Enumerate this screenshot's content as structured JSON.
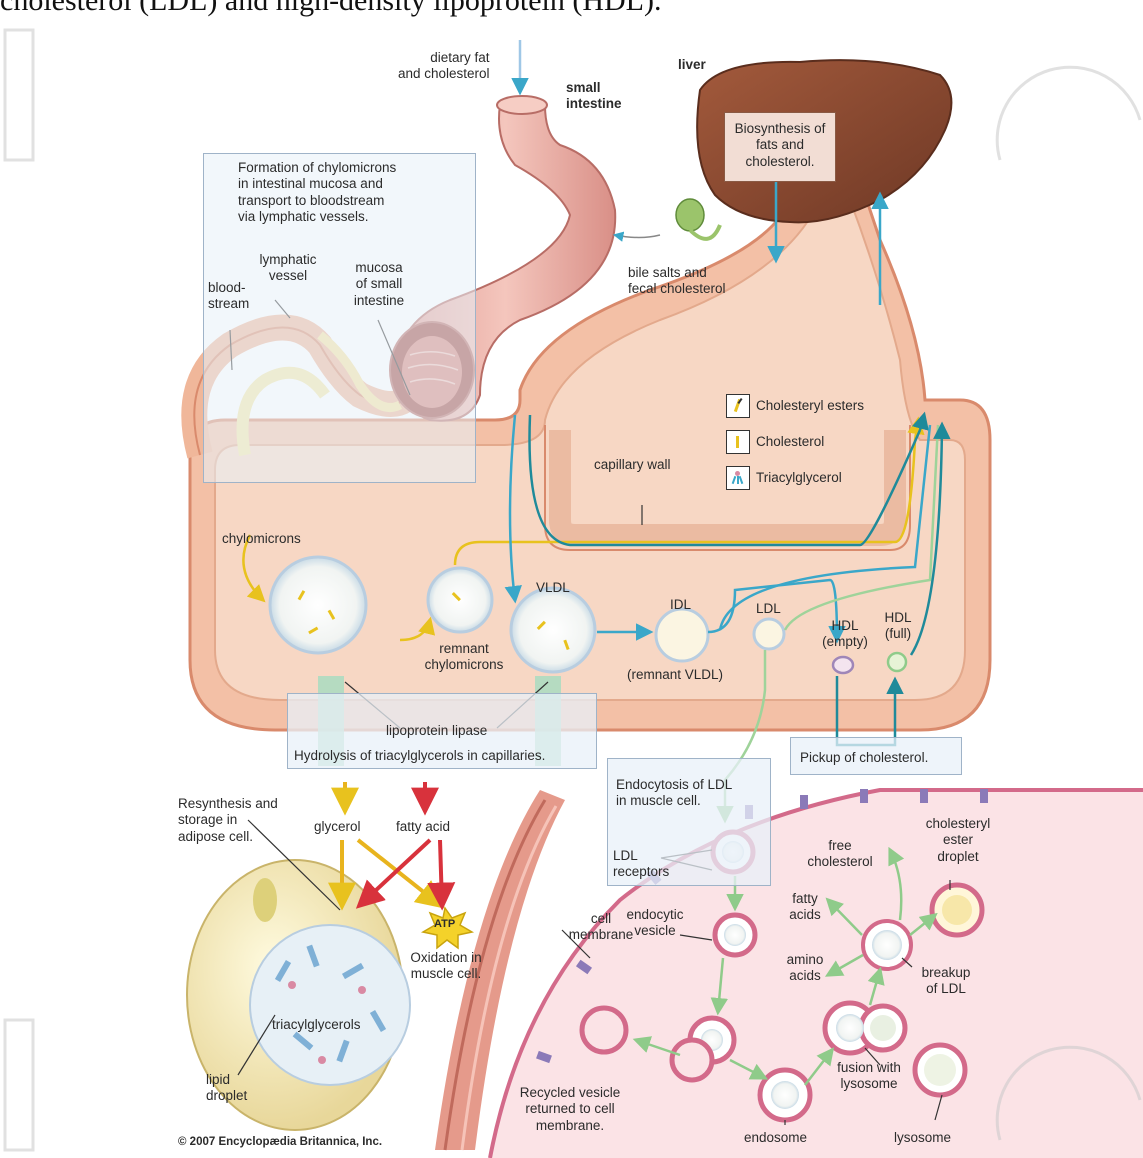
{
  "top_partial_text": "cholesterol (LDL) and high-density lipoprotein (HDL).",
  "labels": {
    "dietary_fat": "dietary fat\nand cholesterol",
    "small_intestine": "small\nintestine",
    "liver": "liver",
    "biosynthesis": "Biosynthesis of\nfats and\ncholesterol.",
    "chylo_formation": "Formation of chylomicrons\nin intestinal mucosa and\ntransport to bloodstream\nvia lymphatic vessels.",
    "lymphatic_vessel": "lymphatic\nvessel",
    "bloodstream": "blood-\nstream",
    "mucosa": "mucosa\nof small\nintestine",
    "bile_salts": "bile salts and\nfecal cholesterol",
    "capillary_wall": "capillary wall",
    "chylomicrons": "chylomicrons",
    "remnant_chylomicrons": "remnant\nchylomicrons",
    "vldl": "VLDL",
    "idl": "IDL",
    "remnant_vldl": "(remnant VLDL)",
    "ldl": "LDL",
    "hdl_empty": "HDL\n(empty)",
    "hdl_full": "HDL\n(full)",
    "lipoprotein_lipase": "lipoprotein lipase",
    "hydrolysis": "Hydrolysis of triacylglycerols in capillaries.",
    "pickup": "Pickup of cholesterol.",
    "endocytosis": "Endocytosis of LDL\nin muscle cell.",
    "ldl_receptors": "LDL\nreceptors",
    "resynthesis": "Resynthesis and\nstorage in\nadipose cell.",
    "glycerol": "glycerol",
    "fatty_acid": "fatty acid",
    "atp": "ATP",
    "oxidation": "Oxidation in\nmuscle cell.",
    "triacylglycerols": "triacylglycerols",
    "lipid_droplet": "lipid\ndroplet",
    "cell_membrane": "cell\nmembrane",
    "endocytic_vesicle": "endocytic\nvesicle",
    "free_cholesterol": "free\ncholesterol",
    "cholesteryl_ester_droplet": "cholesteryl\nester\ndroplet",
    "fatty_acids": "fatty\nacids",
    "amino_acids": "amino\nacids",
    "breakup_ldl": "breakup\nof LDL",
    "fusion_lysosome": "fusion with\nlysosome",
    "recycled_vesicle": "Recycled vesicle\nreturned to cell\nmembrane.",
    "endosome": "endosome",
    "lysosome": "lysosome",
    "copyright": "© 2007 Encyclopædia Britannica, Inc."
  },
  "legend": {
    "items": [
      {
        "label": "Cholesteryl esters",
        "icon": "cholesteryl-ester-icon"
      },
      {
        "label": "Cholesterol",
        "icon": "cholesterol-icon"
      },
      {
        "label": "Triacylglycerol",
        "icon": "triacylglycerol-icon"
      }
    ]
  },
  "colors": {
    "vessel": "#f0b79a",
    "vessel_inner": "#f6d2bf",
    "liver": "#8a4a33",
    "intestine": "#e9a9a0",
    "panel_border": "#9fb3c8",
    "arrow_blue": "#3aa7c9",
    "arrow_yellow": "#e8c21e",
    "arrow_green": "#9fd39a",
    "arrow_red": "#d8323c",
    "cell_fill": "#fbe4e8",
    "membrane": "#d36a8a"
  }
}
